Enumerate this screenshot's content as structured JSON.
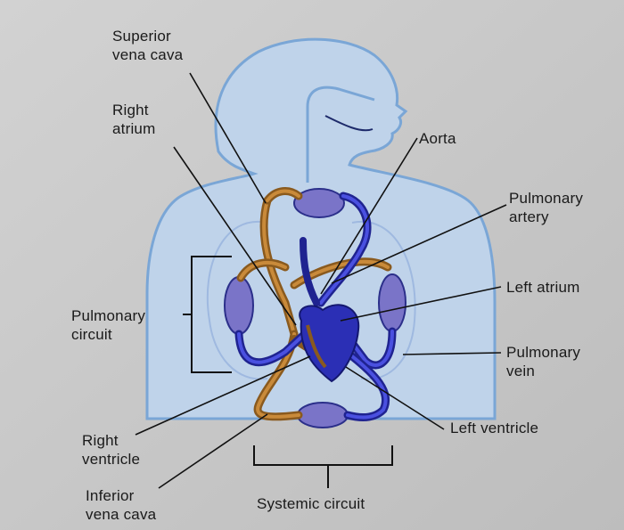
{
  "labels": {
    "superior_vena_cava": [
      "Superior",
      "vena cava"
    ],
    "right_atrium": [
      "Right",
      "atrium"
    ],
    "aorta": "Aorta",
    "pulmonary_artery": [
      "Pulmonary",
      "artery"
    ],
    "left_atrium": "Left atrium",
    "pulmonary_circuit": [
      "Pulmonary",
      "circuit"
    ],
    "pulmonary_vein": [
      "Pulmonary",
      "vein"
    ],
    "left_ventricle": "Left ventricle",
    "right_ventricle": [
      "Right",
      "ventricle"
    ],
    "inferior_vena_cava": [
      "Inferior",
      "vena cava"
    ],
    "systemic_circuit": "Systemic circuit"
  },
  "colors": {
    "background": "#c9c9c9",
    "body_fill": "#bfd3ea",
    "body_outline": "#7aa6d6",
    "oxygen_poor": "#8a5a1e",
    "oxygen_poor_light": "#c98a3a",
    "oxygen_rich": "#3b3fc9",
    "capillary": "#7a74c8",
    "heart": "#2b2fb5",
    "leader": "#111111"
  }
}
